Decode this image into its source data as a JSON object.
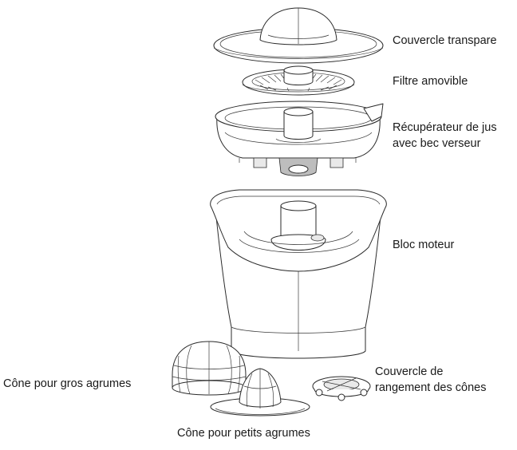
{
  "labels": {
    "lid": "Couvercle transpare",
    "filter": "Filtre amovible",
    "collector_line1": "Récupérateur de jus",
    "collector_line2": "avec bec verseur",
    "motor": "Bloc moteur",
    "cone_large": "Cône pour gros agrumes",
    "cone_small": "Cône pour petits agrumes",
    "storage_line1": "Couvercle de",
    "storage_line2": "rangement des cônes"
  }
}
